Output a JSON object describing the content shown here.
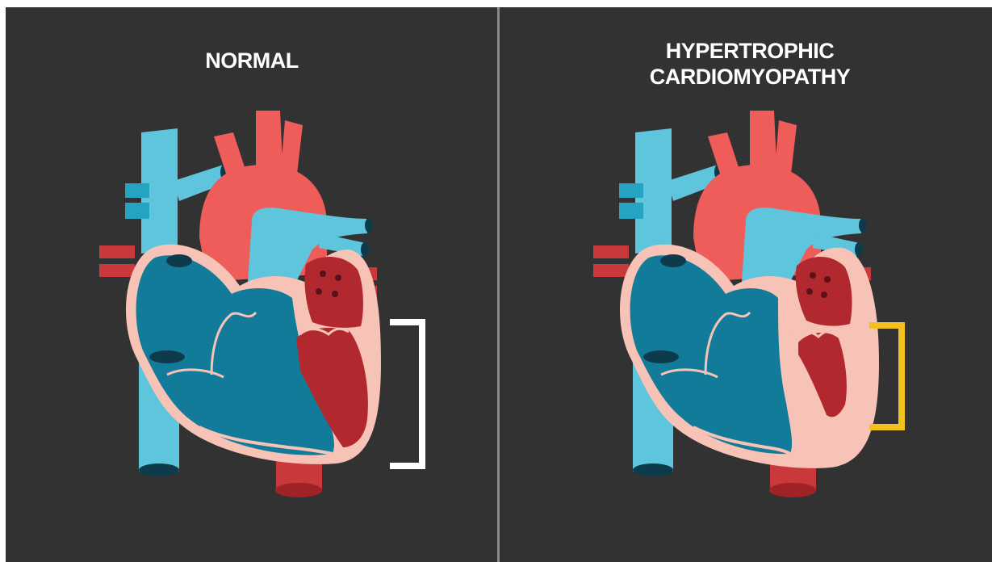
{
  "figure": {
    "panels": [
      {
        "id": "normal",
        "title": "NORMAL",
        "indicator_color": "#ffffff"
      },
      {
        "id": "hcm",
        "title_line1": "HYPERTROPHIC",
        "title_line2": "CARDIOMYOPATHY",
        "indicator_color": "#f4c01e"
      }
    ],
    "colors": {
      "background": "#323232",
      "divider": "#8a8a8a",
      "vein_light": "#5ec5dc",
      "vein_mid": "#25a3c2",
      "chamber_blue": "#137b9a",
      "artery_red": "#ee5d5a",
      "artery_dark": "#c9383a",
      "chamber_red": "#b1282e",
      "wall_pink": "#f7c3b6",
      "vessel_dark": "#0e3b4c"
    }
  }
}
